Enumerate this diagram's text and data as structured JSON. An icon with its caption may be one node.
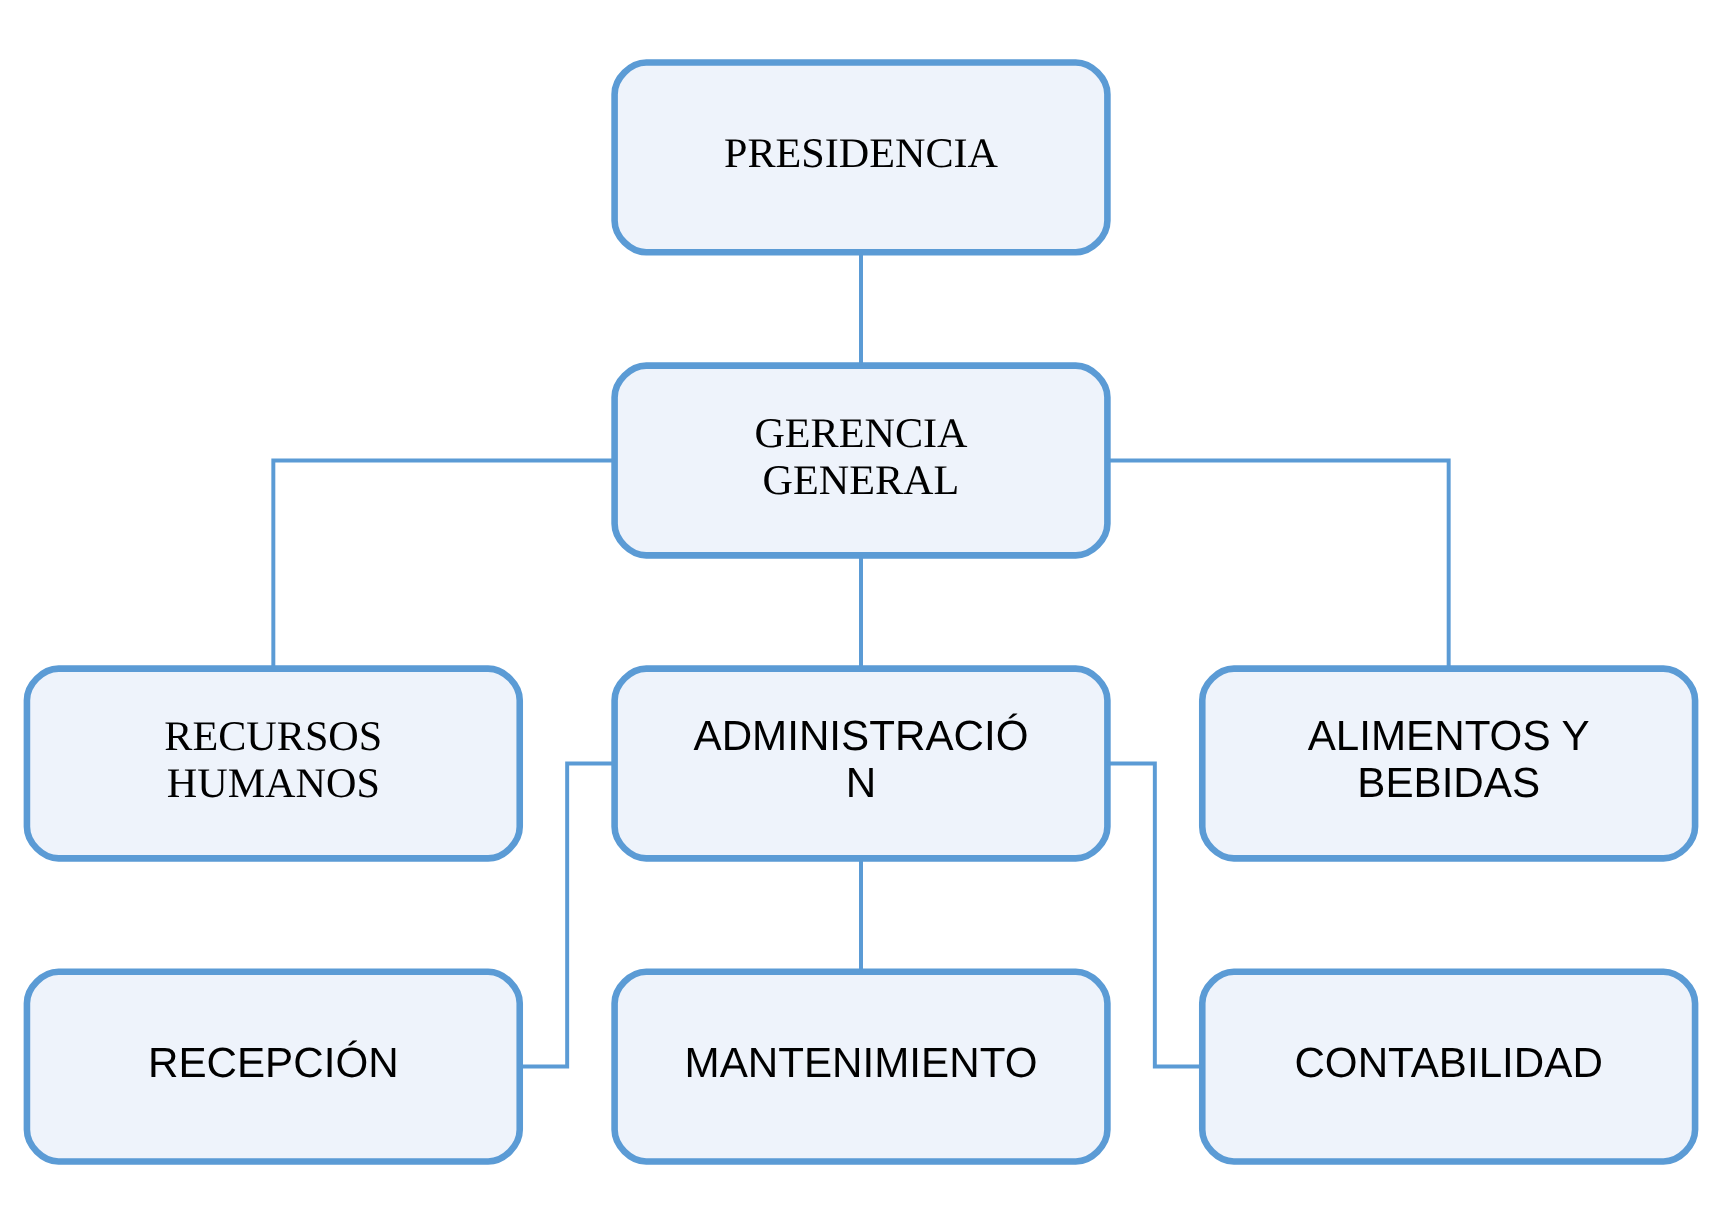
{
  "diagram": {
    "nodes": [
      {
        "text": [
          "PRESIDENCIA"
        ]
      },
      {
        "text": [
          "GERENCIA GENERAL"
        ]
      },
      {
        "text": [
          "RECURSOS HUMANOS"
        ]
      },
      {
        "text": [
          "ADMINISTRACIÓ N"
        ]
      },
      {
        "text": [
          "ALIMENTOS Y BEBIDAS"
        ]
      },
      {
        "text": [
          "RECEPCIÓN"
        ]
      },
      {
        "text": [
          "MANTENIMIENTO"
        ]
      },
      {
        "text": [
          "CONTABILIDAD"
        ]
      }
    ],
    "edges": [
      {
        "from": 0,
        "to": 1,
        "arrow": "none"
      },
      {
        "from": 1,
        "to": 2,
        "arrow": "none"
      },
      {
        "from": 1,
        "to": 3,
        "arrow": "none"
      },
      {
        "from": 1,
        "to": 4,
        "arrow": "none"
      },
      {
        "from": 3,
        "to": 5,
        "arrow": "none"
      },
      {
        "from": 3,
        "to": 6,
        "arrow": "none"
      },
      {
        "from": 3,
        "to": 7,
        "arrow": "none"
      }
    ]
  }
}
